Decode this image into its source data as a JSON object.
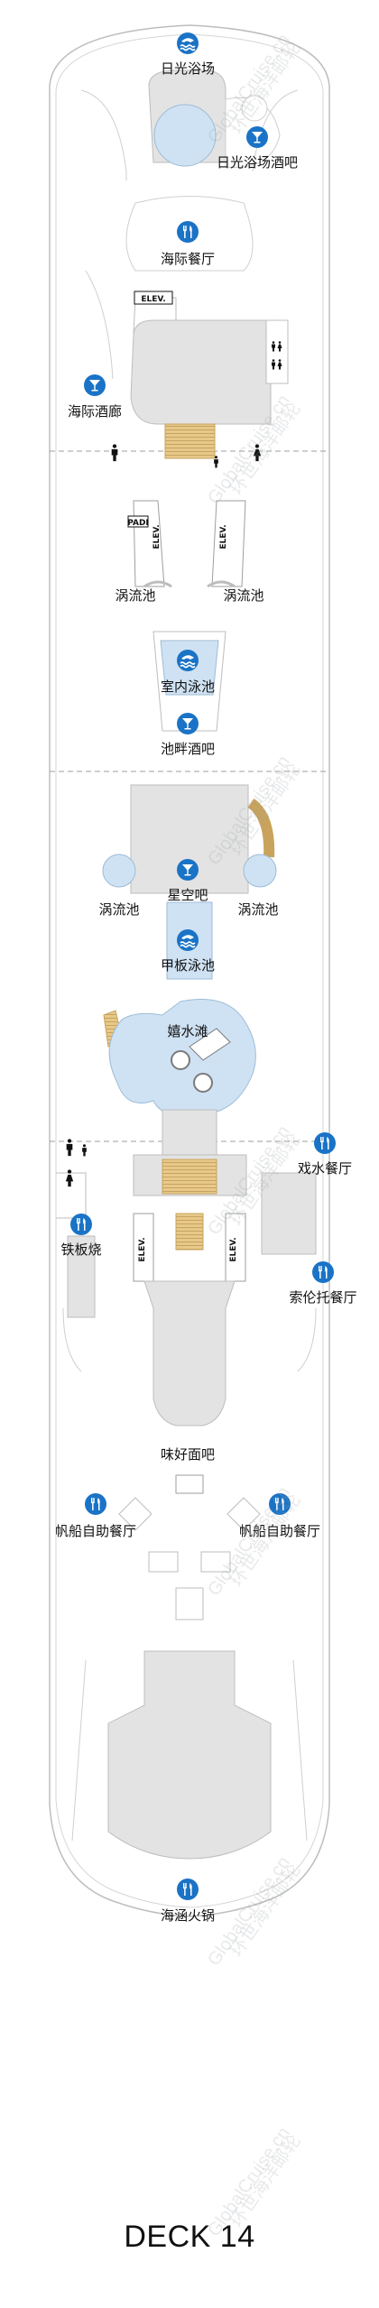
{
  "deck_title": "DECK 14",
  "colors": {
    "icon_blue": "#1a73c6",
    "pool_blue": "#cfe2f3",
    "hull_gray": "#e3e3e3",
    "stair_tan": "#e6c98a"
  },
  "venues": [
    {
      "label": "日光浴场",
      "icon": "pool-icon"
    },
    {
      "label": "日光浴场酒吧",
      "icon": "cocktail-icon"
    },
    {
      "label": "海际餐厅",
      "icon": "dining-icon"
    },
    {
      "label": "海际酒廊",
      "icon": "cocktail-icon"
    },
    {
      "label": "涡流池",
      "icon": ""
    },
    {
      "label": "涡流池",
      "icon": ""
    },
    {
      "label": "室内泳池",
      "icon": "pool-icon"
    },
    {
      "label": "池畔酒吧",
      "icon": "cocktail-icon"
    },
    {
      "label": "星空吧",
      "icon": "cocktail-icon"
    },
    {
      "label": "涡流池",
      "icon": ""
    },
    {
      "label": "涡流池",
      "icon": ""
    },
    {
      "label": "甲板泳池",
      "icon": "pool-icon"
    },
    {
      "label": "嬉水滩",
      "icon": ""
    },
    {
      "label": "戏水餐厅",
      "icon": "dining-icon"
    },
    {
      "label": "铁板烧",
      "icon": "dining-icon"
    },
    {
      "label": "索伦托餐厅",
      "icon": "dining-icon"
    },
    {
      "label": "味好面吧",
      "icon": ""
    },
    {
      "label": "帆船自助餐厅",
      "icon": "dining-icon"
    },
    {
      "label": "帆船自助餐厅",
      "icon": "dining-icon"
    },
    {
      "label": "海涵火锅",
      "icon": "dining-icon"
    }
  ],
  "elevator_label": "ELEV.",
  "padi_label": "PADI",
  "watermark": [
    "GlobalCruise.cn",
    "环世海洋邮轮"
  ]
}
